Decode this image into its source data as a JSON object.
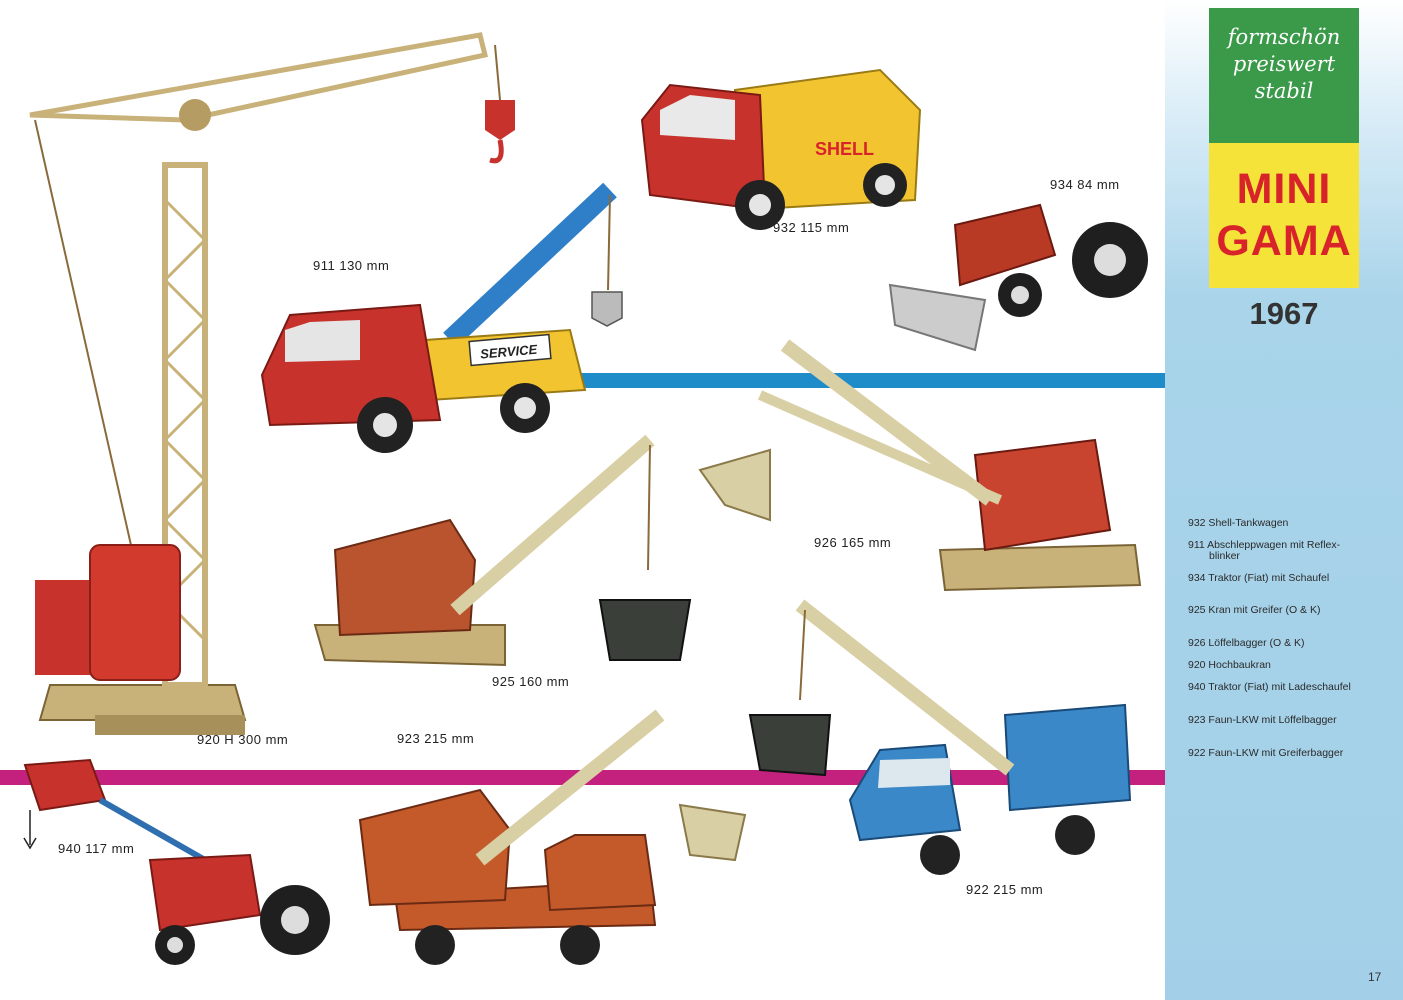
{
  "sidebar": {
    "slogan_lines": [
      "formschön",
      "preiswert",
      "stabil"
    ],
    "brand_lines": [
      "MINI",
      "GAMA"
    ],
    "year": "1967",
    "legend": [
      {
        "text": "932 Shell-Tankwagen"
      },
      {
        "text": "911 Abschleppwagen mit Reflex-"
      },
      {
        "text": "blinker"
      },
      {
        "text": "934 Traktor (Fiat) mit Schaufel"
      },
      {
        "text": "925 Kran mit Greifer (O & K)"
      },
      {
        "text": "926 Löffelbagger (O & K)"
      },
      {
        "text": "920 Hochbaukran"
      },
      {
        "text": "940 Traktor (Fiat) mit Ladeschaufel"
      },
      {
        "text": "923 Faun-LKW mit Löffelbagger"
      },
      {
        "text": "922 Faun-LKW mit Greiferbagger"
      }
    ],
    "page_number": "17"
  },
  "products": [
    {
      "label": "932  115 mm"
    },
    {
      "label": "934  84 mm"
    },
    {
      "label": "911  130 mm"
    },
    {
      "label": "926    165 mm"
    },
    {
      "label": "925    160 mm"
    },
    {
      "label": "920    H 300 mm"
    },
    {
      "label": "923    215 mm"
    },
    {
      "label": "940  117 mm"
    },
    {
      "label": "922    215 mm"
    }
  ],
  "vehicle_texts": {
    "tanker": "SHELL",
    "tow_truck": "SERVICE"
  },
  "colors": {
    "stripe_blue": "#1e8cc8",
    "stripe_magenta": "#c4207e",
    "slogan_green": "#3a9a4a",
    "brand_yellow": "#f6e33a",
    "brand_red": "#d8232a",
    "sidebar_blue": "#a3d0e8"
  }
}
